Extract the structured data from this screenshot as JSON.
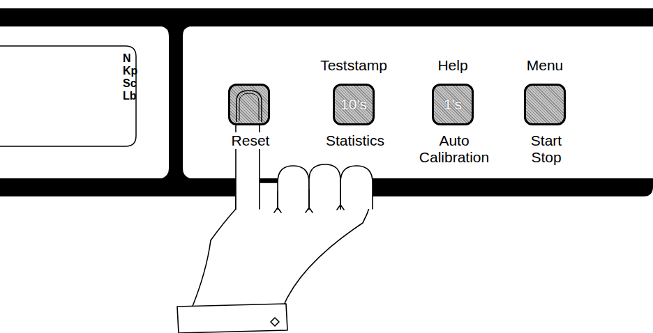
{
  "diagram": {
    "nodes": [
      {
        "text": [
          "N",
          "Kp",
          "Sc",
          "Lb"
        ]
      },
      {
        "text": [
          "Reset"
        ]
      },
      {
        "text": [
          "Teststamp",
          "10's",
          "Statistics"
        ]
      },
      {
        "text": [
          "Help",
          "1's",
          "Auto Calibration"
        ]
      },
      {
        "text": [
          "Menu",
          "Start Stop"
        ]
      }
    ]
  }
}
